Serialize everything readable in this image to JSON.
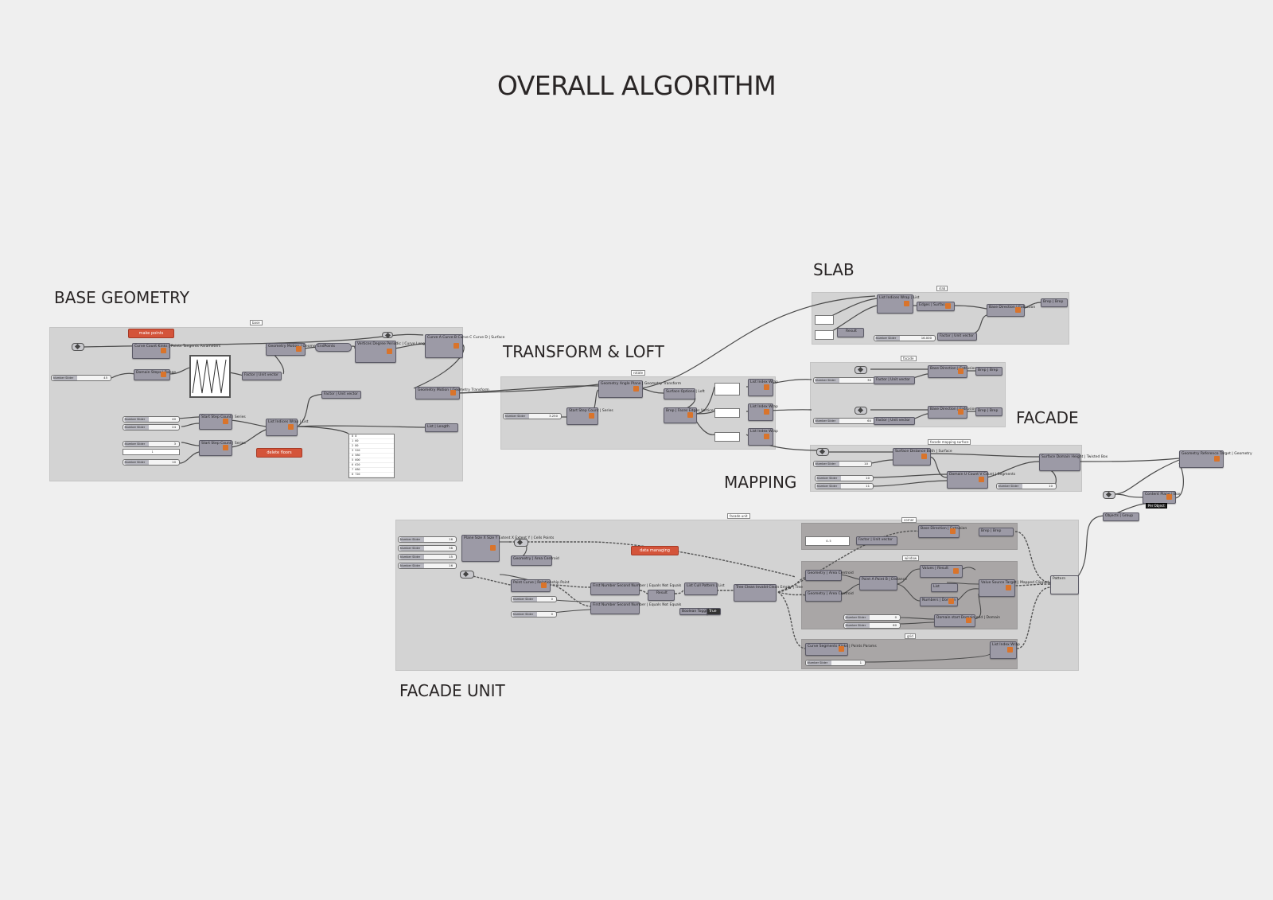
{
  "title": "OVERALL ALGORITHM",
  "sections": {
    "base_geometry": "BASE GEOMETRY",
    "transform_loft": "TRANSFORM & LOFT",
    "slab": "SLAB",
    "facade": "FACADE",
    "mapping": "MAPPING",
    "facade_unit": "FACADE UNIT"
  },
  "notes": {
    "make_points": "make points",
    "delete_floors": "delete floors",
    "data_managing": "data managing"
  },
  "group_tags": {
    "base": "base",
    "rotate": "rotate",
    "slab": "slab",
    "facade": "facade",
    "mapping": "facade mapping surface",
    "facade_unit": "facade unit",
    "g1": "corner",
    "g2": "window",
    "g3": "grid"
  },
  "slider_label": "Number Slider",
  "sliders": {
    "base_1": "45",
    "base_2": "40",
    "base_3": "24",
    "base_4": "3",
    "base_5": "1",
    "base_6": "10",
    "tl_1": "3.250",
    "slab_1": "16.000",
    "fac_1": "30",
    "fac_2": "60",
    "map_1": "10",
    "map_2": "10",
    "map_3": "11",
    "map_4": "10",
    "fu_1": "16",
    "fu_2": "38",
    "fu_3": "15",
    "fu_4": "16",
    "fu_5": "0",
    "fu_6": "0",
    "fu_7": "0",
    "fu_8": "60",
    "fu_9": "1"
  },
  "panel_values": [
    "0 0",
    "1 60",
    "2 80",
    "3 520",
    "4 580",
    "5 600",
    "6 620",
    "7 680",
    "8 720"
  ],
  "components": {
    "points": "Curve Count Kinks | Points Tangents Parameters",
    "range": "Domain Steps | Range",
    "graph": "Graph Mapper",
    "factor": "Factor | Unit vector",
    "move": "Geometry Motion | Geometry Transform",
    "end_pts": "EndPoints",
    "polyline": "Vertices Degree Periodic | Curve Length Domain",
    "loft": "Curve A Curve B Curve C Curve D | Surface",
    "move2": "Geometry Motion | Geometry Transform",
    "unit_z": "Factor | Unit vector",
    "series1": "Start Step Count | Series",
    "list_item": "List Indices Wrap | List",
    "series2": "Start Step Count | Series",
    "list_len": "List | Length",
    "rotate": "Geometry Angle Plane | Geometry Transform",
    "series_tl": "Start Step Count | Series",
    "surface_split": "Surface Options | Loft",
    "brep_edges": "Brep | Faces Edges Vertices",
    "list1": "List Index Wrap",
    "list2": "List Index Wrap",
    "list3": "List Index Wrap",
    "slab_list": "List Indices Wrap | List",
    "slab_srf": "Edges | Surfaces",
    "slab_extr": "Base Direction | Extrusion",
    "slab_brep": "Brep | Brep",
    "slab_result": "Result",
    "slab_unit": "Factor | Unit vector",
    "fac_extr1": "Base Direction | Extrusion",
    "fac_brep1": "Brep | Brep",
    "fac_extr2": "Base Direction | Extrusion",
    "fac_brep2": "Brep | Brep",
    "fac_unit1": "Factor | Unit vector",
    "fac_unit2": "Factor | Unit vector",
    "map_srf": "Surface Distance Both | Surface",
    "map_div": "Domain U Count V Count | Segments",
    "map_box": "Surface Domain Height | Twisted Box",
    "morph": "Geometry Reference Target | Geometry",
    "bbox": "Content Plane | Box",
    "per_object": "Per Object",
    "objects_group": "Objects | Group",
    "fu_plane": "Plane Size X Size Y Extent X Extent Y | Cells Points",
    "fu_area": "Geometry | Area Centroid",
    "fu_pt_rel": "Point Curve | Relationship Point",
    "fu_eq1": "First Number Second Number | Equals Not Equals",
    "fu_eq2": "First Number Second Number | Equals Not Equals",
    "fu_or": "Result",
    "fu_cull": "List Cull Pattern | List",
    "fu_flatten": "Tree Clean Invalid Clean Empty | Tree",
    "fu_bool": "Boolean Toggle",
    "fu_bool_val": "True",
    "fu_extr": "Base Direction | Extrusion",
    "fu_brep": "Brep | Brep",
    "fu_unit": "Factor | Unit vector",
    "fu_panel_val": "0.5",
    "fu_area2": "Geometry | Area Centroid",
    "fu_area3": "Geometry | Area Centroid",
    "fu_dist": "Point A Point B | Distance",
    "fu_bounds": "Numbers | Domain",
    "fu_mass": "Values | Result",
    "fu_list2": "List",
    "fu_remap": "Value Source Target | Mapped Clipped",
    "fu_dom": "Domain start Domain end | Domain",
    "fu_div": "Curve Segments Kinks | Points Params",
    "fu_list3": "List Index Wrap",
    "fu_weave": "Pattern",
    "map_hex": "Geometry"
  }
}
